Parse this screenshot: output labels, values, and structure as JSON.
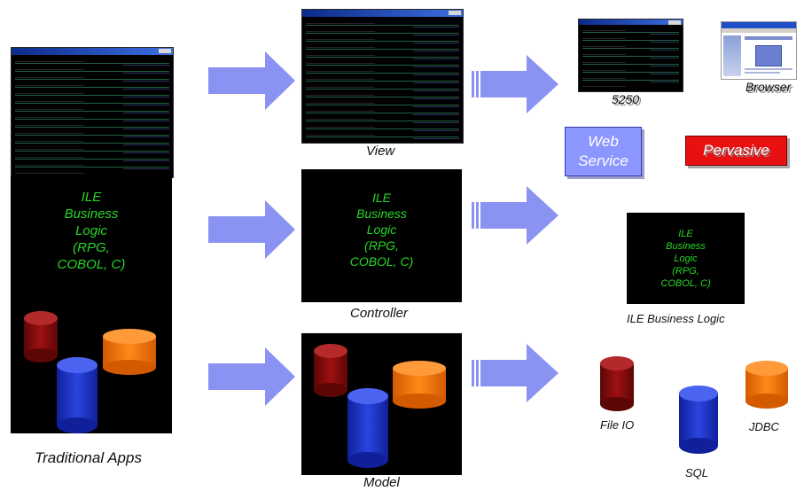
{
  "columns": {
    "traditional": {
      "label": "Traditional Apps",
      "logic_text": "ILE\nBusiness\nLogic\n(RPG,\nCOBOL, C)"
    },
    "mvc": {
      "view_label": "View",
      "controller_label": "Controller",
      "controller_logic_text": "ILE\nBusiness\nLogic\n(RPG,\nCOBOL, C)",
      "model_label": "Model"
    },
    "modern": {
      "label_5250": "5250",
      "label_browser": "Browser",
      "web_service": "Web\nService",
      "pervasive": "Pervasive",
      "logic_text": "ILE\nBusiness\nLogic\n(RPG,\nCOBOL, C)",
      "logic_label": "ILE Business Logic",
      "file_io": "File IO",
      "sql": "SQL",
      "jdbc": "JDBC"
    }
  },
  "colors": {
    "arrow": "#8a93f2",
    "logic_green": "#27d727",
    "cyl_red": "#8b0d0d",
    "cyl_blue": "#1f35c8",
    "cyl_orange": "#ff7a00",
    "web_service_bg": "#8c96ff",
    "pervasive_bg": "#e81010"
  }
}
